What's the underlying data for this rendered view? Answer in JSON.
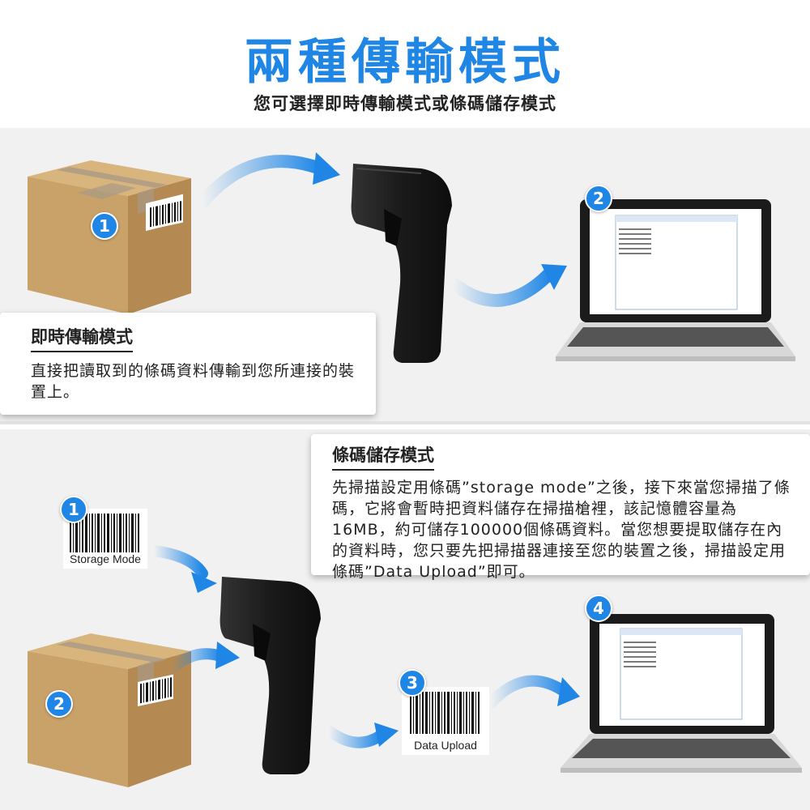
{
  "header": {
    "title": "兩種傳輸模式",
    "subtitle": "您可選擇即時傳輸模式或條碼儲存模式"
  },
  "realtime": {
    "title": "即時傳輸模式",
    "body": "直接把讀取到的條碼資料傳輸到您所連接的裝置上。",
    "steps": [
      "1",
      "2"
    ]
  },
  "storage": {
    "title": "條碼儲存模式",
    "body": "先掃描設定用條碼”storage mode”之後，接下來當您掃描了條碼，它將會暫時把資料儲存在掃描槍裡，該記憶體容量為16MB，約可儲存100000個條碼資料。當您想要提取儲存在內的資料時，您只要先把掃描器連接至您的裝置之後，掃描設定用條碼”Data Upload”即可。",
    "steps": [
      "1",
      "2",
      "3",
      "4"
    ],
    "barcode_storage_label": "Storage Mode",
    "barcode_upload_label": "Data Upload"
  },
  "colors": {
    "accent": "#1f86e6",
    "box": "#c9a26a",
    "scanner": "#1c1c1c"
  }
}
